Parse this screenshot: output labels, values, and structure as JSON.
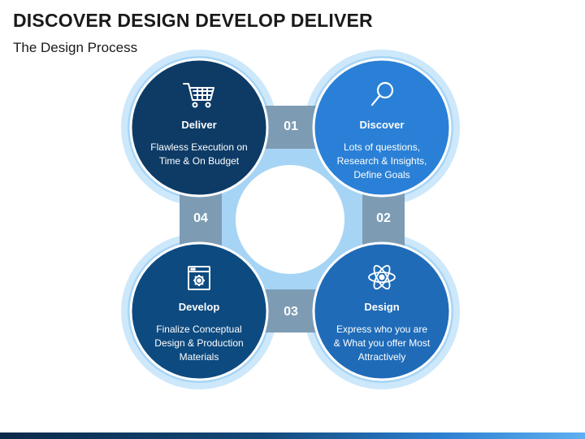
{
  "header": {
    "title": "DISCOVER DESIGN DEVELOP DELIVER",
    "subtitle": "The Design Process"
  },
  "colors": {
    "outer_shape": "#cde8fb",
    "inner_shape": "#a6d4f5",
    "connector": "#7d9cb4",
    "deliver": "#0d3b66",
    "discover": "#2a80d6",
    "develop": "#0d4a80",
    "design": "#1f6bb8",
    "circle_ring": "#ffffff"
  },
  "stages": [
    {
      "id": "deliver",
      "name": "Deliver",
      "description": "Flawless Execution on Time & On Budget",
      "icon": "shopping-cart-icon"
    },
    {
      "id": "discover",
      "name": "Discover",
      "description": "Lots of questions, Research & Insights, Define Goals",
      "icon": "magnifier-icon"
    },
    {
      "id": "develop",
      "name": "Develop",
      "description": "Finalize Conceptual Design & Production Materials",
      "icon": "browser-gear-icon"
    },
    {
      "id": "design",
      "name": "Design",
      "description": "Express who you are & What you offer Most Attractively",
      "icon": "atom-icon"
    }
  ],
  "connectors": [
    {
      "label": "01",
      "between": "Deliver-Discover"
    },
    {
      "label": "02",
      "between": "Discover-Design"
    },
    {
      "label": "03",
      "between": "Design-Develop"
    },
    {
      "label": "04",
      "between": "Develop-Deliver"
    }
  ]
}
